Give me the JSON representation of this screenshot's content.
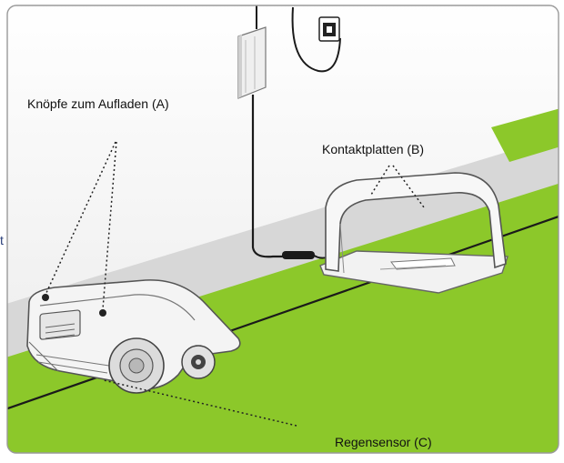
{
  "labels": {
    "charging_buttons": "Knöpfe zum Aufladen (A)",
    "contact_plates": "Kontaktplatten (B)",
    "rain_sensor": "Regensensor (C)",
    "cut_off_char": "t"
  },
  "colors": {
    "grass": "#8cc82a",
    "grass_dark": "#74ad1e",
    "wall": "#f2f2f2",
    "floor_gray": "#cfcfcf",
    "line": "#1a1a1a",
    "frame": "#9a9a9a"
  }
}
